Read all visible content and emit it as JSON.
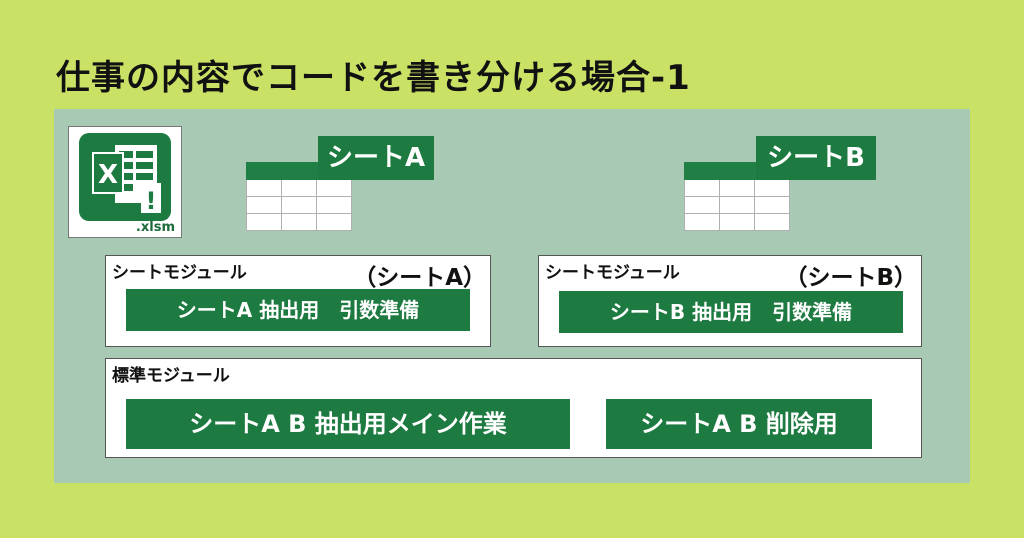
{
  "title": "仕事の内容でコードを書き分ける場合-1",
  "file_icon": {
    "label": ".xlsm",
    "letter": "X",
    "badge": "!"
  },
  "sheets": [
    {
      "tab_label": "シートA"
    },
    {
      "tab_label": "シートB"
    }
  ],
  "sheet_modules": [
    {
      "label": "シートモジュール",
      "paren": "（シートA）",
      "button": "シートA 抽出用　引数準備"
    },
    {
      "label": "シートモジュール",
      "paren": "（シートB）",
      "button": "シートB 抽出用　引数準備"
    }
  ],
  "standard_module": {
    "label": "標準モジュール",
    "buttons": [
      "シートA B 抽出用メイン作業",
      "シートA B 削除用"
    ]
  },
  "colors": {
    "background": "#c9e265",
    "panel": "#a8c9b3",
    "accent_green": "#1d7a40"
  }
}
